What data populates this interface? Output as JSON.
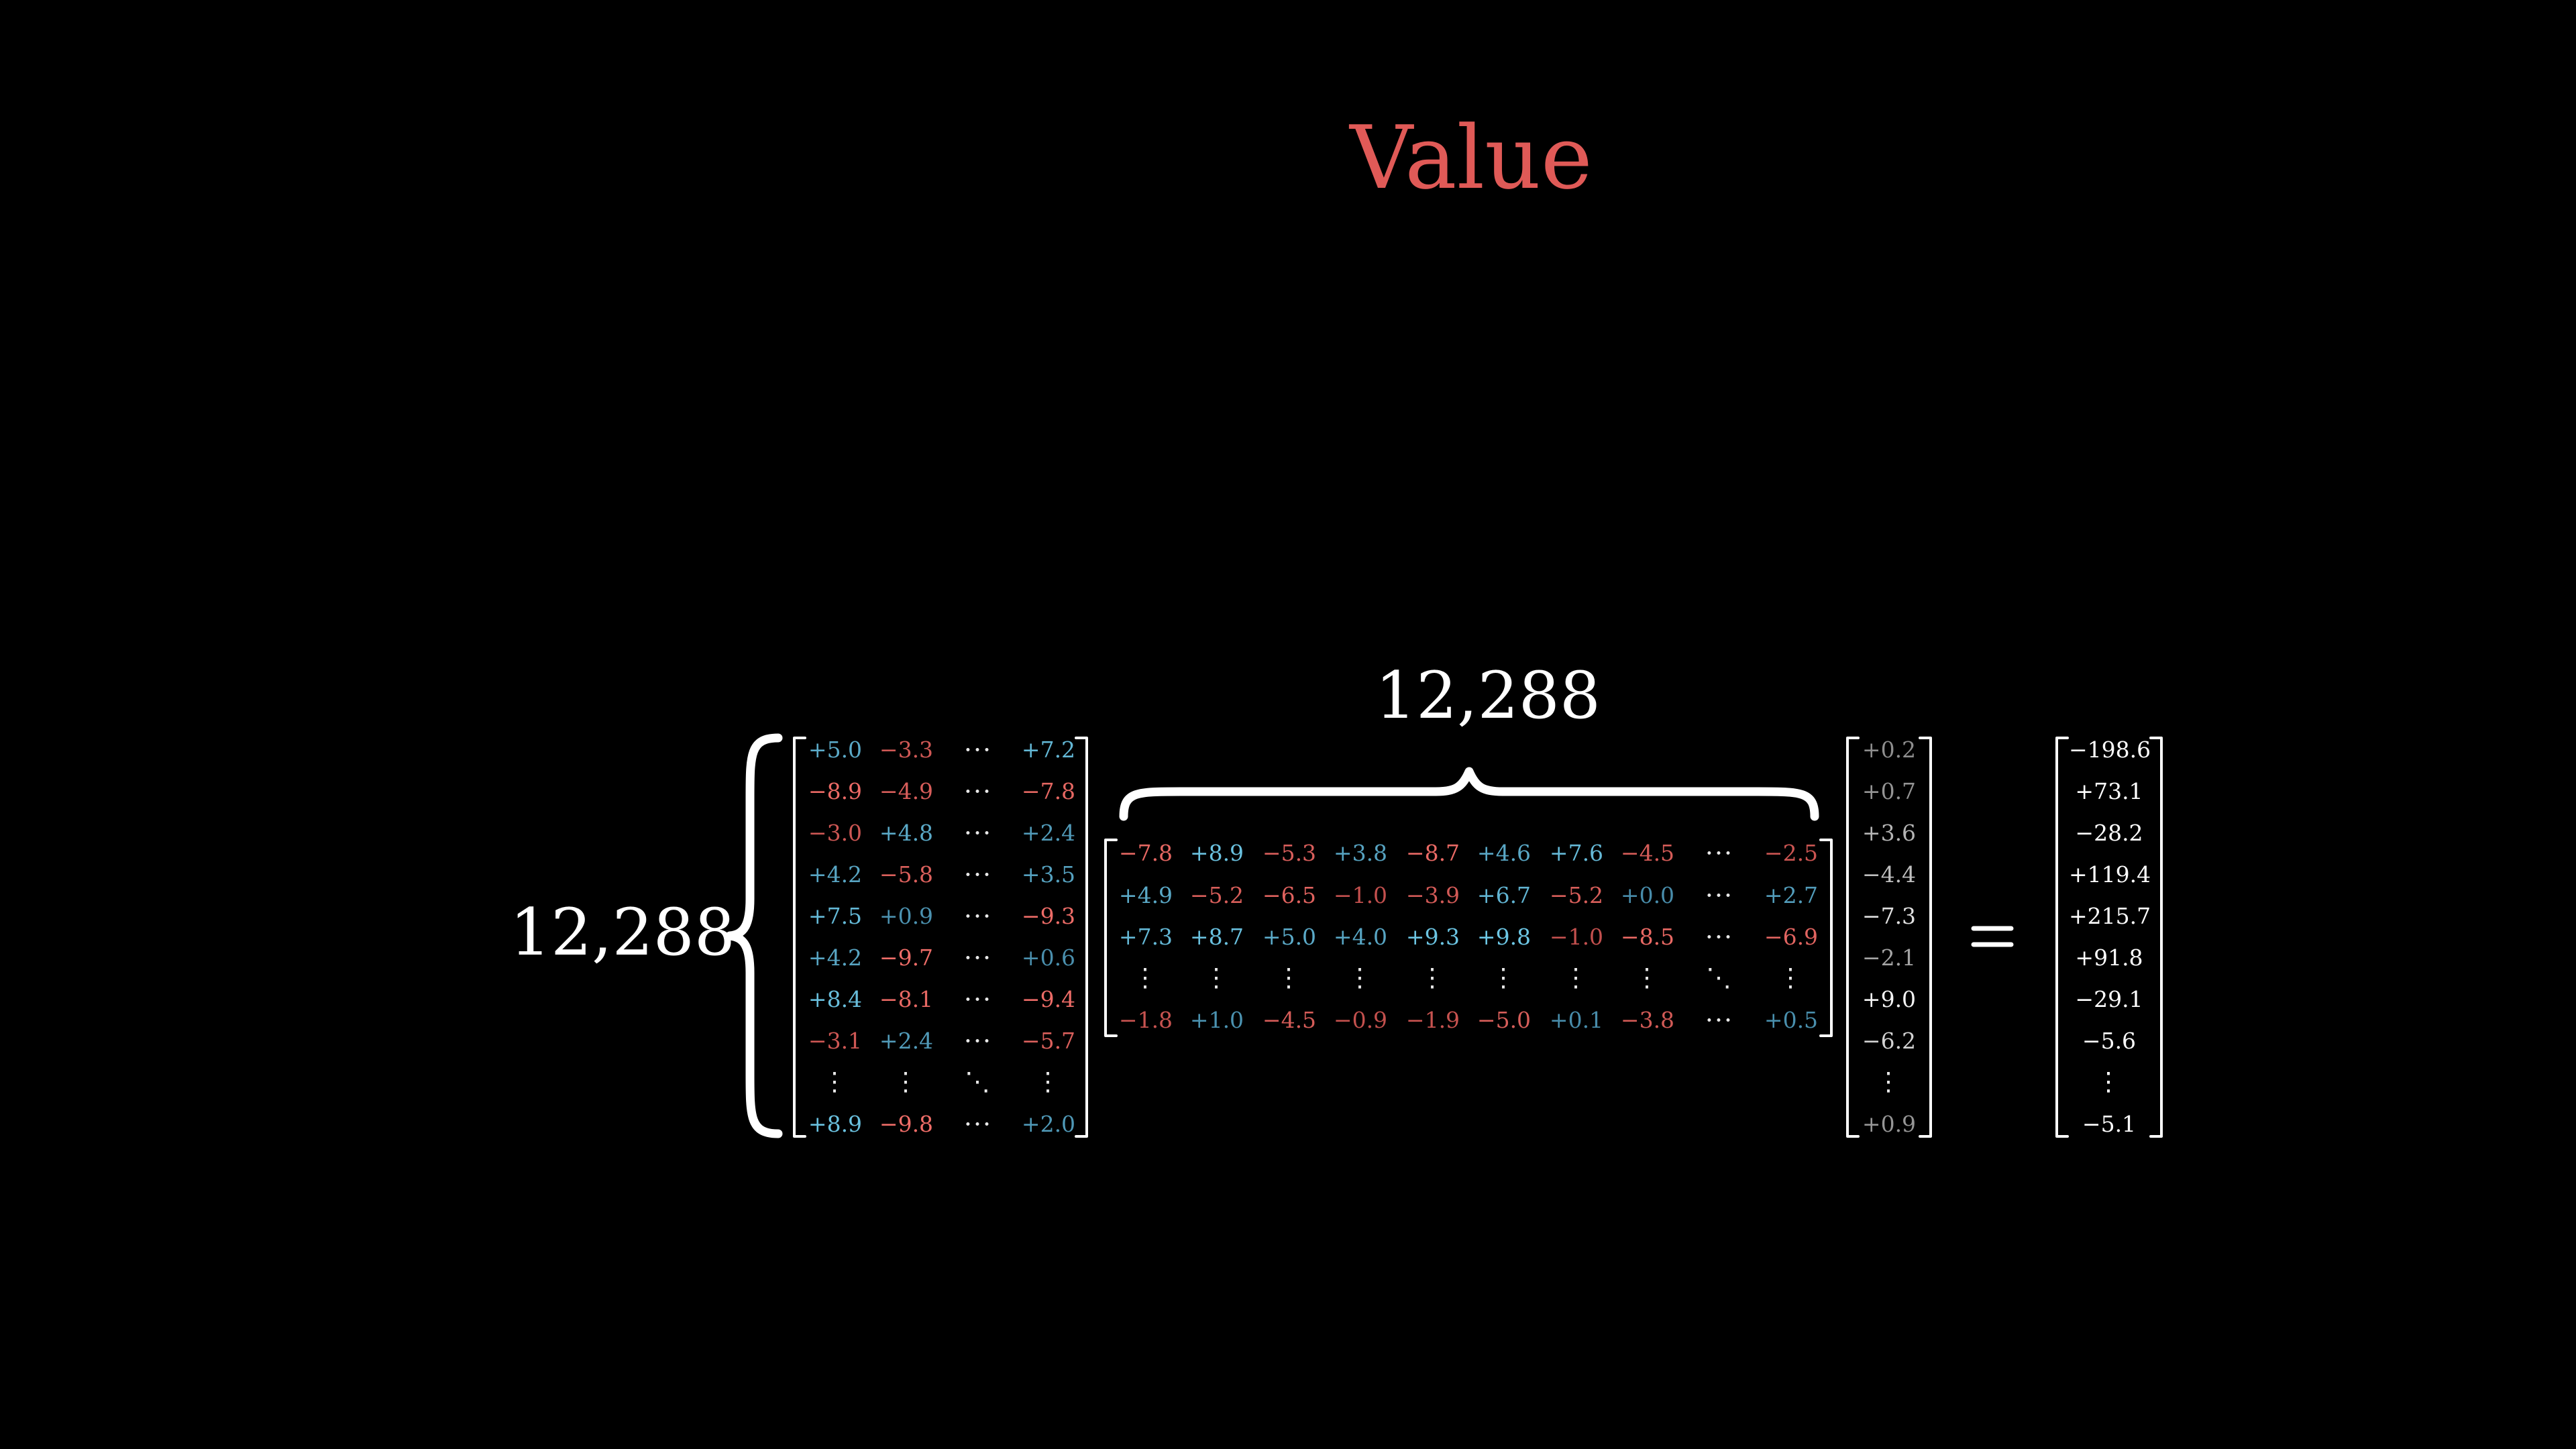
{
  "title": "Value",
  "colors": {
    "background": "#000000",
    "title": "#e05a57",
    "text": "#ffffff",
    "dots": "#e8e8e8"
  },
  "labels": {
    "rows": "12,288",
    "cols": "12,288"
  },
  "equals": "=",
  "ellipsis": {
    "horizontal": "···",
    "vertical": "⋮",
    "diagonal": "⋱"
  },
  "matrix_left": {
    "rows": [
      [
        "+5.0",
        "−3.3",
        "···",
        "+7.2"
      ],
      [
        "−8.9",
        "−4.9",
        "···",
        "−7.8"
      ],
      [
        "−3.0",
        "+4.8",
        "···",
        "+2.4"
      ],
      [
        "+4.2",
        "−5.8",
        "···",
        "+3.5"
      ],
      [
        "+7.5",
        "+0.9",
        "···",
        "−9.3"
      ],
      [
        "+4.2",
        "−9.7",
        "···",
        "+0.6"
      ],
      [
        "+8.4",
        "−8.1",
        "···",
        "−9.4"
      ],
      [
        "−3.1",
        "+2.4",
        "···",
        "−5.7"
      ],
      [
        "⋮",
        "⋮",
        "⋱",
        "⋮"
      ],
      [
        "+8.9",
        "−9.8",
        "···",
        "+2.0"
      ]
    ]
  },
  "matrix_middle": {
    "rows": [
      [
        "−7.8",
        "+8.9",
        "−5.3",
        "+3.8",
        "−8.7",
        "+4.6",
        "+7.6",
        "−4.5",
        "···",
        "−2.5"
      ],
      [
        "+4.9",
        "−5.2",
        "−6.5",
        "−1.0",
        "−3.9",
        "+6.7",
        "−5.2",
        "+0.0",
        "···",
        "+2.7"
      ],
      [
        "+7.3",
        "+8.7",
        "+5.0",
        "+4.0",
        "+9.3",
        "+9.8",
        "−1.0",
        "−8.5",
        "···",
        "−6.9"
      ],
      [
        "⋮",
        "⋮",
        "⋮",
        "⋮",
        "⋮",
        "⋮",
        "⋮",
        "⋮",
        "⋱",
        "⋮"
      ],
      [
        "−1.8",
        "+1.0",
        "−4.5",
        "−0.9",
        "−1.9",
        "−5.0",
        "+0.1",
        "−3.8",
        "···",
        "+0.5"
      ]
    ]
  },
  "vector_input": {
    "values": [
      "+0.2",
      "+0.7",
      "+3.6",
      "−4.4",
      "−7.3",
      "−2.1",
      "+9.0",
      "−6.2",
      "⋮",
      "+0.9"
    ]
  },
  "vector_result": {
    "values": [
      "−198.6",
      "+73.1",
      "−28.2",
      "+119.4",
      "+215.7",
      "+91.8",
      "−29.1",
      "−5.6",
      "⋮",
      "−5.1"
    ]
  }
}
